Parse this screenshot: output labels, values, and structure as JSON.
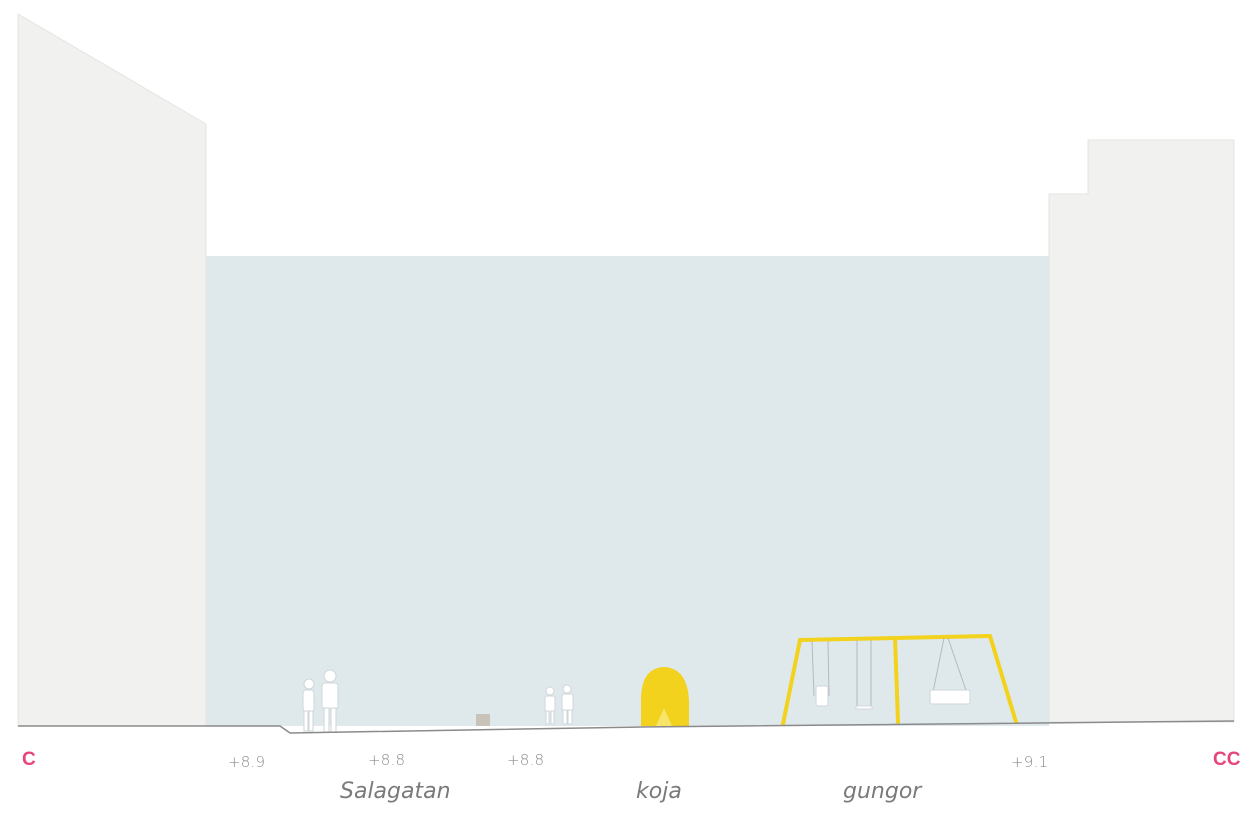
{
  "section_marks": {
    "left": "C",
    "right": "CC"
  },
  "elevations": [
    {
      "id": "elev-1",
      "text": "+8.9"
    },
    {
      "id": "elev-2",
      "text": "+8.8"
    },
    {
      "id": "elev-3",
      "text": "+8.8"
    },
    {
      "id": "elev-4",
      "text": "+9.1"
    }
  ],
  "place_labels": {
    "street": "Salagatan",
    "hut": "koja",
    "swings": "gungor"
  },
  "colors": {
    "background": "#ffffff",
    "building": "#f1f1ef",
    "sky_volume": "#dfe9ec",
    "ground_line": "#8a8a8a",
    "play_equipment": "#f2d21c",
    "section_mark": "#e6457a",
    "label_text": "#8b8b8b"
  }
}
